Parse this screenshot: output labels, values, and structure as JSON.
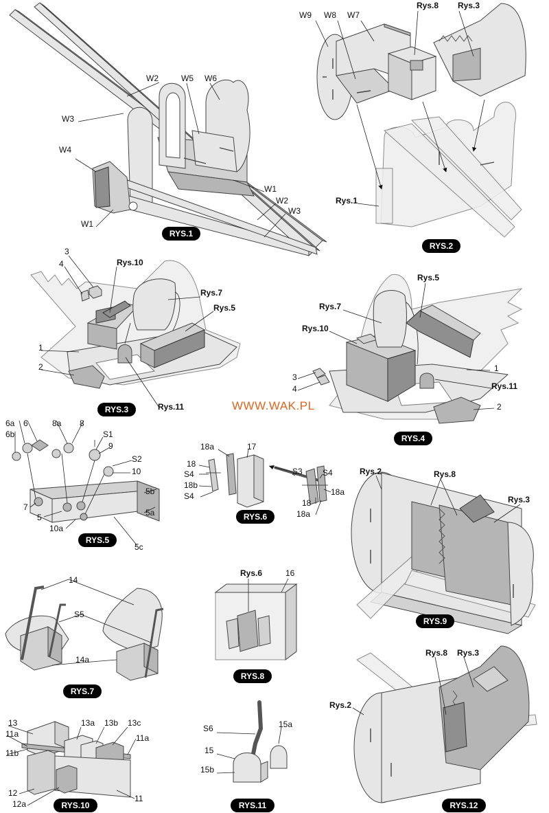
{
  "site": "WWW.WAK.PL",
  "figures": [
    {
      "id": "rys1",
      "badge": "RYS.1",
      "labels": {
        "w2a": "W2",
        "w5": "W5",
        "w6": "W6",
        "w3a": "W3",
        "w4": "W4",
        "w1a": "W1",
        "w1b": "W1",
        "w2b": "W2",
        "w3b": "W3"
      }
    },
    {
      "id": "rys2",
      "badge": "RYS.2",
      "labels": {
        "w9": "W9",
        "w8": "W8",
        "w7": "W7",
        "rys8": "Rys.8",
        "rys3": "Rys.3",
        "rys1": "Rys.1"
      }
    },
    {
      "id": "rys3",
      "badge": "RYS.3",
      "labels": {
        "n3": "3",
        "n4": "4",
        "rys10": "Rys.10",
        "rys7": "Rys.7",
        "rys5": "Rys.5",
        "n1": "1",
        "n2": "2",
        "rys11": "Rys.11"
      }
    },
    {
      "id": "rys4",
      "badge": "RYS.4",
      "labels": {
        "rys5": "Rys.5",
        "rys7": "Rys.7",
        "rys10": "Rys.10",
        "n1": "1",
        "n3": "3",
        "n4": "4",
        "rys11": "Rys.11",
        "n2": "2"
      }
    },
    {
      "id": "rys5",
      "badge": "RYS.5",
      "labels": {
        "l6a": "6a",
        "l6": "6",
        "l6b": "6b",
        "l8a": "8a",
        "l8": "8",
        "s1": "S1",
        "l9": "9",
        "s2": "S2",
        "l10": "10",
        "l5b": "5b",
        "l5a": "5a",
        "l7": "7",
        "l5": "5",
        "l10a": "10a",
        "l5c": "5c"
      }
    },
    {
      "id": "rys6",
      "badge": "RYS.6",
      "labels": {
        "l18a_l": "18a",
        "l17": "17",
        "l18_l": "18",
        "s4_la": "S4",
        "l18b": "18b",
        "s4_lb": "S4",
        "s3": "S3",
        "s4_r": "S4",
        "l18a_r1": "18a",
        "l18_r": "18",
        "l18a_r2": "18a"
      }
    },
    {
      "id": "rys7",
      "badge": "RYS.7",
      "labels": {
        "l14": "14",
        "s5": "S5",
        "l14a": "14a"
      }
    },
    {
      "id": "rys8",
      "badge": "RYS.8",
      "labels": {
        "rys6": "Rys.6",
        "l16": "16"
      }
    },
    {
      "id": "rys9",
      "badge": "RYS.9",
      "labels": {
        "rys2": "Rys.2",
        "rys8": "Rys.8",
        "rys3": "Rys.3"
      }
    },
    {
      "id": "rys10",
      "badge": "RYS.10",
      "labels": {
        "l13": "13",
        "l11a_l": "11a",
        "l11b": "11b",
        "l13a": "13a",
        "l13b": "13b",
        "l13c": "13c",
        "l11a_r": "11a",
        "l12": "12",
        "l12a": "12a",
        "l11": "11"
      }
    },
    {
      "id": "rys11",
      "badge": "RYS.11",
      "labels": {
        "s6": "S6",
        "l15a": "15a",
        "l15": "15",
        "l15b": "15b"
      }
    },
    {
      "id": "rys12",
      "badge": "RYS.12",
      "labels": {
        "rys8": "Rys.8",
        "rys3": "Rys.3",
        "rys2": "Rys.2"
      }
    }
  ]
}
